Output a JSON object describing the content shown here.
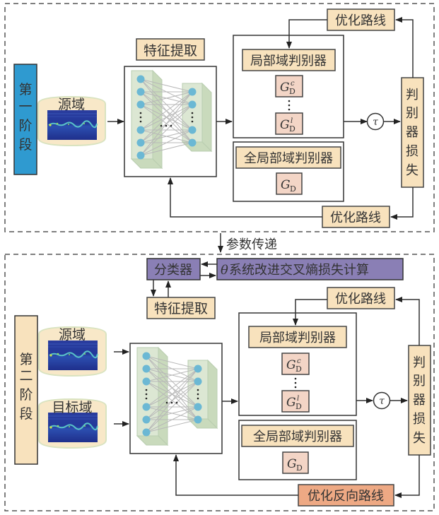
{
  "figure": {
    "stage1": {
      "stage_label": [
        "第",
        "一",
        "阶",
        "段"
      ],
      "stage_color": "#2f9ad0",
      "source_domain": "源域",
      "feature_extraction": "特征提取",
      "local_discriminator": "局部域判别器",
      "local_items": [
        {
          "base": "G",
          "sub": "D",
          "sup": "c"
        },
        {
          "base": "G",
          "sub": "D",
          "sup": "l"
        }
      ],
      "global_discriminator": "全局部域判别器",
      "global_item": {
        "base": "G",
        "sub": "D"
      },
      "tau": "τ",
      "discriminator_loss": [
        "判",
        "别",
        "器",
        "损",
        "失"
      ],
      "optimize_top": "优化路线",
      "optimize_bottom": "优化路线"
    },
    "transfer_label": "参数传递",
    "stage2": {
      "stage_label": [
        "第",
        "二",
        "阶",
        "段"
      ],
      "stage_color": "#f8e2bd",
      "source_domain": "源域",
      "target_domain": "目标域",
      "classifier": "分类器",
      "loss_calc_theta": "θ",
      "loss_calc": "系统改进交叉熵损失计算",
      "feature_extraction": "特征提取",
      "local_discriminator": "局部域判别器",
      "local_items": [
        {
          "base": "G",
          "sub": "D",
          "sup": "c"
        },
        {
          "base": "G",
          "sub": "D",
          "sup": "l"
        }
      ],
      "global_discriminator": "全局部域判别器",
      "global_item": {
        "base": "G",
        "sub": "D"
      },
      "tau": "τ",
      "discriminator_loss": [
        "判",
        "别",
        "器",
        "损",
        "失"
      ],
      "optimize_top": "优化路线",
      "optimize_reverse": "优化反向路线"
    },
    "colors": {
      "tan": "#f8e2bd",
      "pink": "#f3d5c6",
      "purple": "#8a7fb5",
      "orange": "#eea984",
      "blue": "#2f9ad0",
      "node": "#6bb8d4"
    }
  }
}
